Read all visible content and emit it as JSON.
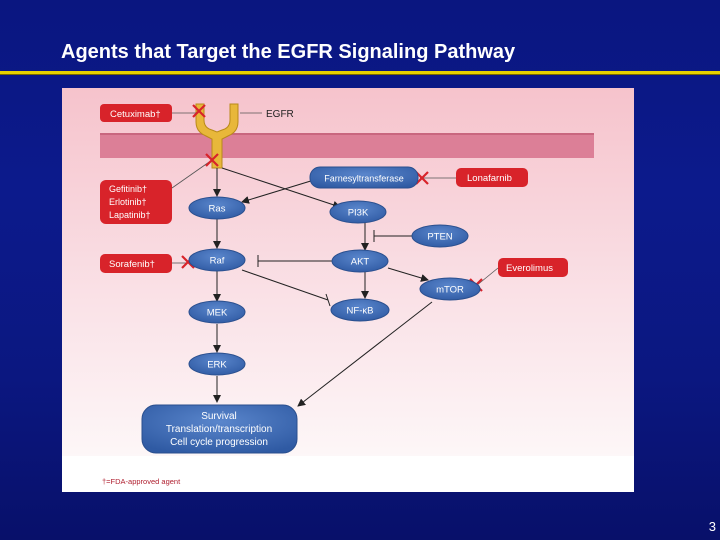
{
  "slide": {
    "title": "Agents that Target the EGFR Signaling Pathway",
    "page_number": "3"
  },
  "diagram": {
    "receptor_label": "EGFR",
    "nodes": {
      "farnesyltransferase": "Farnesyltransferase",
      "ras": "Ras",
      "pi3k": "PI3K",
      "pten": "PTEN",
      "raf": "Raf",
      "akt": "AKT",
      "mtor": "mTOR",
      "mek": "MEK",
      "nfkb": "NF-κB",
      "erk": "ERK",
      "outcome_line1": "Survival",
      "outcome_line2": "Translation/transcription",
      "outcome_line3": "Cell cycle progression"
    },
    "agents": {
      "cetuximab": "Cetuximab†",
      "gefitinib": "Gefitinib†",
      "erlotinib": "Erlotinib†",
      "lapatinib": "Lapatinib†",
      "sorafenib": "Sorafenib†",
      "lonafarnib": "Lonafarnib",
      "everolimus": "Everolimus"
    },
    "footnote": "†=FDA-approved agent",
    "colors": {
      "node_fill": "#3b67b0",
      "node_stroke": "#2a4f8e",
      "agent_fill": "#d8232a",
      "receptor": "#e8b73a",
      "membrane": "#dc7f97",
      "background_top": "#f6c6cf",
      "inhibit_mark": "#d8232a"
    }
  }
}
